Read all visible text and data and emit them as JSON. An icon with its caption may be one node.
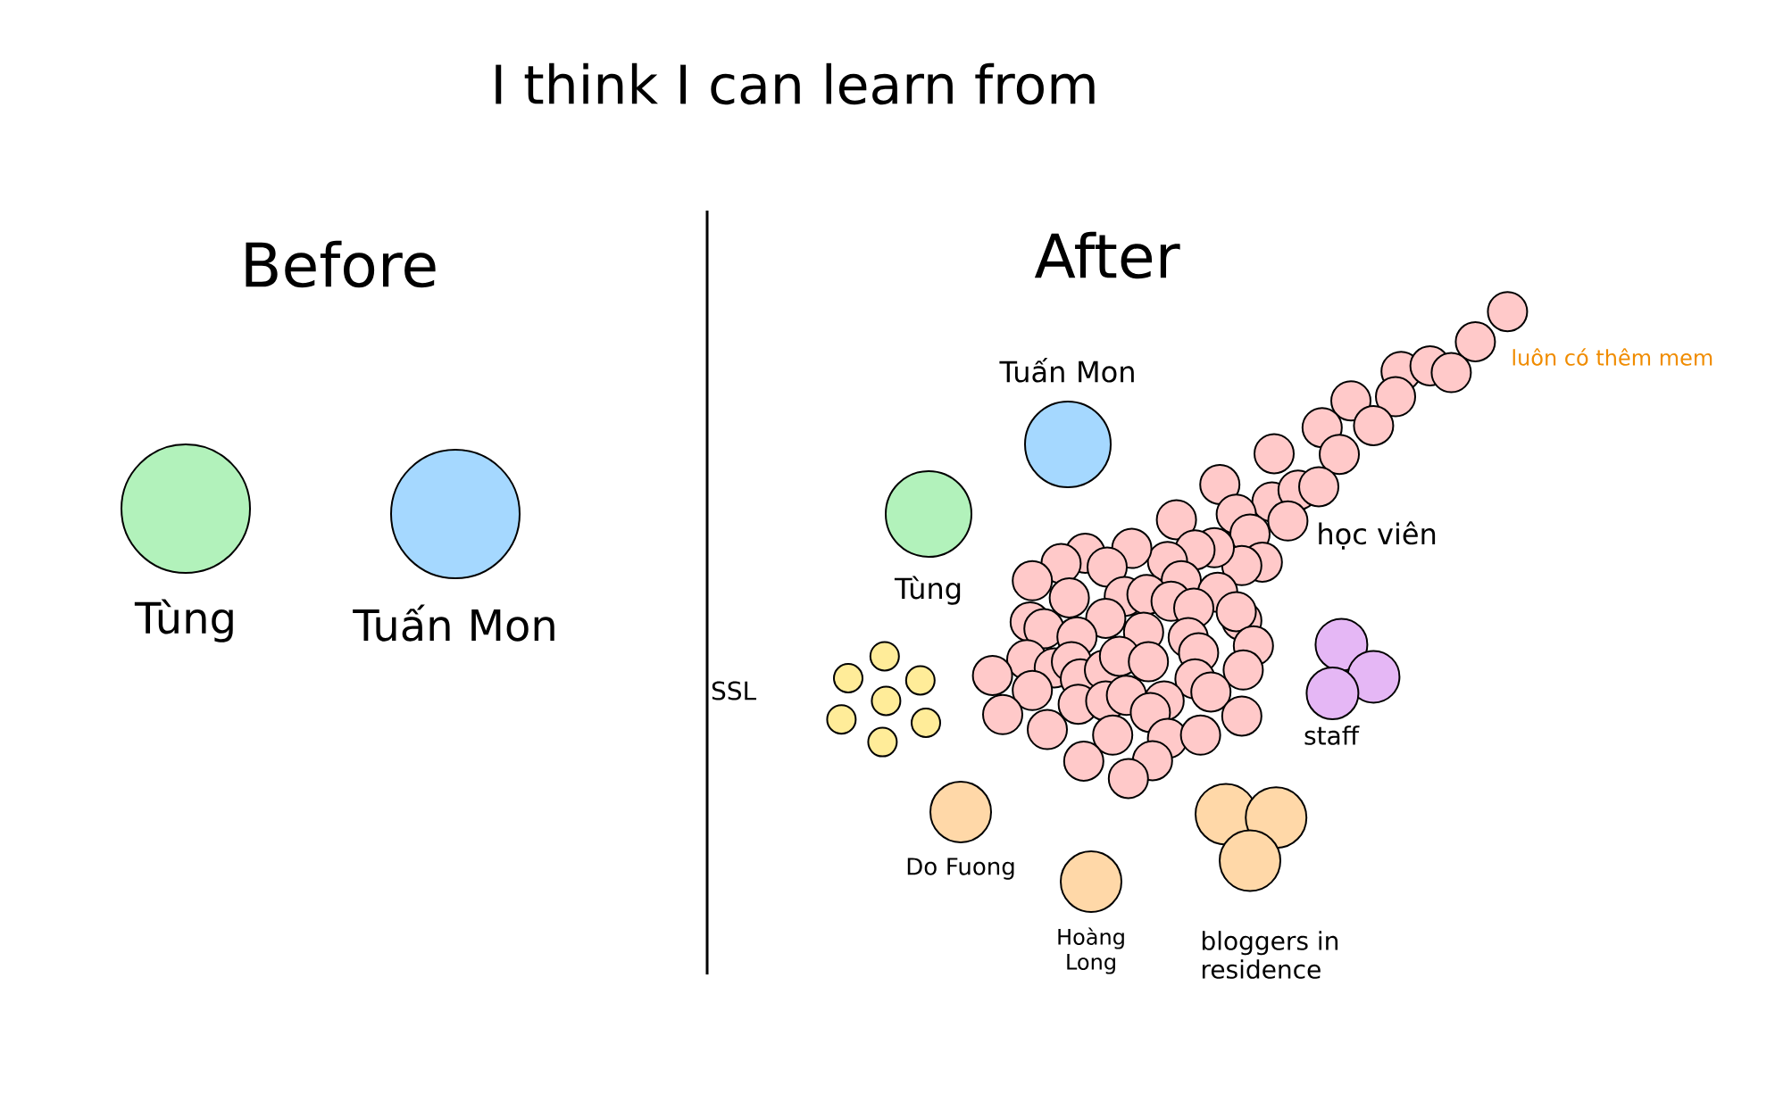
{
  "diagram": {
    "title": "I think I can learn from",
    "nodes": [
      {
        "text": [
          "Tùng"
        ]
      },
      {
        "text": [
          "Tuấn Mon"
        ]
      },
      {
        "text": [
          "Tuấn Mon"
        ]
      },
      {
        "text": [
          "Tùng"
        ]
      },
      {
        "text": [
          "Do Fuong"
        ]
      },
      {
        "text": [
          "Hoàng Long"
        ]
      }
    ],
    "labels": [
      "Before",
      "After",
      "luôn có thêm mem",
      "học viên",
      "SSL",
      "staff",
      "bloggers in residence"
    ]
  }
}
